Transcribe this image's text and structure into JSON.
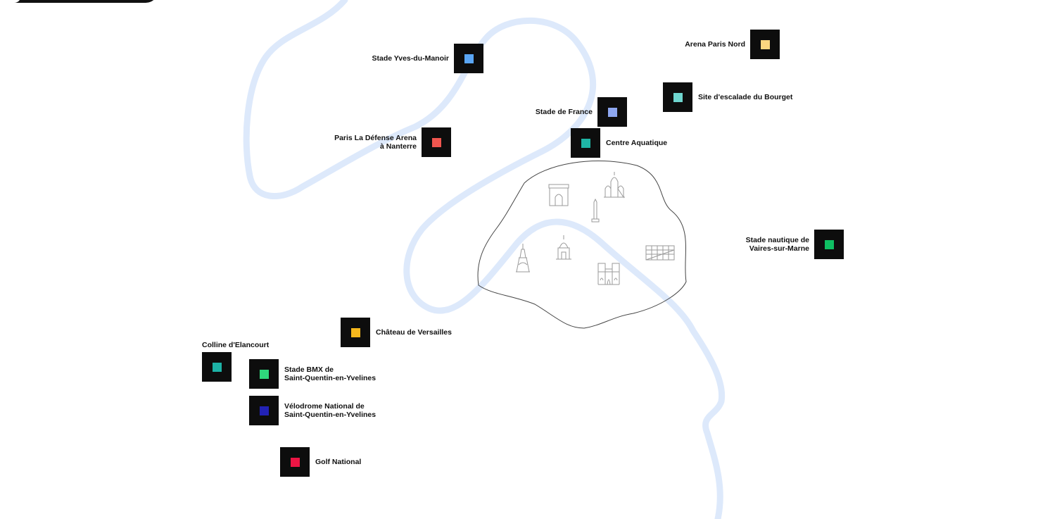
{
  "map": {
    "river_color": "#dde9fb",
    "boundary_color": "#444444",
    "landmark_color": "#9a9a9a",
    "landmarks": [
      "arc-de-triomphe-icon",
      "sacre-coeur-icon",
      "obelisk-icon",
      "eiffel-tower-icon",
      "invalides-icon",
      "notre-dame-icon",
      "bercy-icon"
    ]
  },
  "venues": [
    {
      "id": "stade-yves-du-manoir",
      "label": "Stade Yves-du-Manoir",
      "color": "#5aa6f5"
    },
    {
      "id": "arena-paris-nord",
      "label": "Arena Paris Nord",
      "color": "#fbd680"
    },
    {
      "id": "site-escalade-bourget",
      "label": "Site d'escalade du Bourget",
      "color": "#6fd6cf"
    },
    {
      "id": "stade-de-france",
      "label": "Stade de France",
      "color": "#8ea7f0"
    },
    {
      "id": "paris-la-defense-arena",
      "label": "Paris La Défense Arena\nà Nanterre",
      "color": "#f0564f"
    },
    {
      "id": "centre-aquatique",
      "label": "Centre Aquatique",
      "color": "#1fb5a5"
    },
    {
      "id": "stade-nautique-vaires",
      "label": "Stade nautique de\nVaires-sur-Marne",
      "color": "#0fbf63"
    },
    {
      "id": "chateau-de-versailles",
      "label": "Château de Versailles",
      "color": "#f6b81d"
    },
    {
      "id": "colline-elancourt",
      "label": "Colline d'Elancourt",
      "color": "#1db2a6"
    },
    {
      "id": "stade-bmx-sqy",
      "label": "Stade BMX de\nSaint-Quentin-en-Yvelines",
      "color": "#2fd87c"
    },
    {
      "id": "velodrome-national-sqy",
      "label": "Vélodrome National de\nSaint-Quentin-en-Yvelines",
      "color": "#2222b5"
    },
    {
      "id": "golf-national",
      "label": "Golf National",
      "color": "#ec1544"
    }
  ]
}
